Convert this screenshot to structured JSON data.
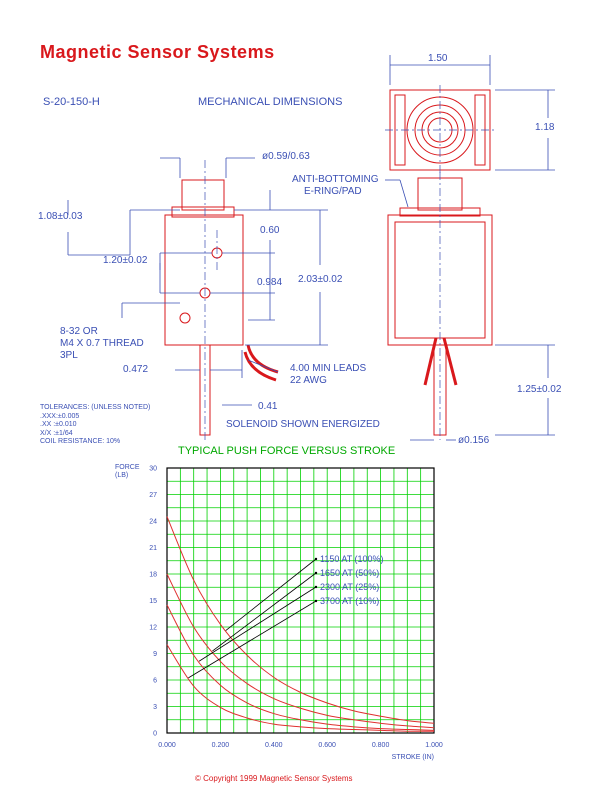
{
  "header": {
    "company": "Magnetic Sensor Systems",
    "part_number": "S-20-150-H",
    "section_title": "MECHANICAL DIMENSIONS"
  },
  "drawing": {
    "dim_diameter": "ø0.59/0.63",
    "dim_height": "1.08±0.03",
    "dim_060": "0.60",
    "dim_120": "1.20±0.02",
    "dim_0984": "0.984",
    "dim_203": "2.03±0.02",
    "thread": [
      "8-32 OR",
      "M4 X 0.7 THREAD",
      "3PL"
    ],
    "dim_0472": "0.472",
    "dim_041": "0.41",
    "leads": [
      "4.00 MIN LEADS",
      "22 AWG"
    ],
    "energized_note": "SOLENOID SHOWN ENERGIZED",
    "dim_width": "1.50",
    "dim_118": "1.18",
    "anti_bottoming": [
      "ANTI-BOTTOMING",
      "E-RING/PAD"
    ],
    "dim_125": "1.25±0.02",
    "dim_0156": "ø0.156"
  },
  "tolerances": {
    "heading": "TOLERANCES: (UNLESS NOTED)",
    "lines": [
      ".XXX:±0.005",
      ".XX :±0.010",
      "X/X :±1/64"
    ],
    "coil": "COIL RESISTANCE:   10%"
  },
  "chart_data": {
    "type": "line",
    "title": "TYPICAL PUSH FORCE VERSUS STROKE",
    "xlabel": "STROKE (IN)",
    "ylabel": "FORCE (LB)",
    "xlim": [
      0,
      1.0
    ],
    "ylim": [
      0,
      30
    ],
    "xticks": [
      "0.000",
      "0.200",
      "0.400",
      "0.600",
      "0.800",
      "1.000"
    ],
    "yticks": [
      "0",
      "3",
      "6",
      "9",
      "12",
      "15",
      "18",
      "21",
      "24",
      "27",
      "30"
    ],
    "grid": true,
    "x": [
      0.0,
      0.1,
      0.2,
      0.3,
      0.4,
      0.5,
      0.6,
      0.7,
      0.8,
      0.9,
      1.0
    ],
    "series": [
      {
        "name": "1150 AT (100%)",
        "values": [
          24.5,
          17.3,
          12.3,
          8.8,
          6.3,
          4.6,
          3.4,
          2.5,
          1.9,
          1.4,
          1.1
        ]
      },
      {
        "name": "1650 AT (50%)",
        "values": [
          18.0,
          12.0,
          8.1,
          5.6,
          3.9,
          2.8,
          2.0,
          1.5,
          1.1,
          0.8,
          0.6
        ]
      },
      {
        "name": "2300 AT (25%)",
        "values": [
          14.5,
          8.8,
          5.4,
          3.4,
          2.2,
          1.5,
          1.0,
          0.7,
          0.5,
          0.4,
          0.3
        ]
      },
      {
        "name": "3700 AT (10%)",
        "values": [
          10.0,
          5.3,
          2.9,
          1.7,
          1.0,
          0.7,
          0.5,
          0.4,
          0.3,
          0.2,
          0.2
        ]
      }
    ],
    "colors": {
      "grid": "#00d100",
      "frame": "#000000",
      "curve": "#e03030",
      "leader": "#000000"
    }
  },
  "footer": {
    "copyright": "©  Copyright 1999 Magnetic Sensor Systems"
  }
}
